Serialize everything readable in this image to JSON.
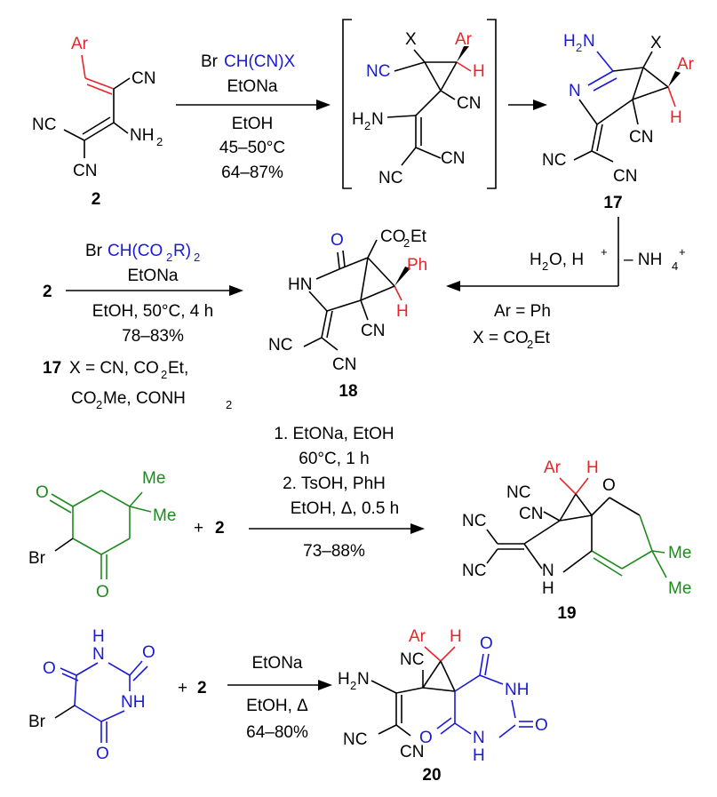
{
  "colors": {
    "red": "#e8242b",
    "blue": "#1a1ad6",
    "green": "#1e8a1e"
  },
  "compounds": {
    "c2": "2",
    "c17": "17",
    "c18": "18",
    "c19": "19",
    "c20": "20",
    "two": "2"
  },
  "atoms": {
    "Ar": "Ar",
    "CN": "CN",
    "NC": "NC",
    "NH2": "NH",
    "H2N": "H",
    "N": "N",
    "X": "X",
    "H": "H",
    "O": "O",
    "HN": "HN",
    "Ph": "Ph",
    "NH": "NH",
    "Br": "Br",
    "Me": "Me",
    "CO2Et": "CO",
    "Et": "Et",
    "plus": "+",
    "two_sub": "2"
  },
  "step1": {
    "reagent_a": "Br",
    "reagent_b": "CH(CN)X",
    "base": "EtONa",
    "solvent": "EtOH",
    "temp": "45–50°C",
    "yield": "64–87%"
  },
  "step2": {
    "cond_a": "H",
    "cond_a2": "O, H",
    "cond_plus": "+",
    "loss": "– NH",
    "loss_sub": "4",
    "loss_sup": "+",
    "ar_def": "Ar = Ph",
    "x_def": "X = CO",
    "x_def2": "Et"
  },
  "step3": {
    "reagent_a": "Br",
    "reagent_b": "CH(CO",
    "reagent_c": "R)",
    "reagent_sub": "2",
    "base": "EtONa",
    "cond": "EtOH, 50°C, 4 h",
    "yield": "78–83%",
    "x_line1_num": "17",
    "x_line1": "X = CN, CO",
    "x_line1_end": "Et,",
    "x_line2": "CO",
    "x_line2_b": "Me, CONH"
  },
  "step4": {
    "line1": "1. EtONa, EtOH",
    "line2": "60°C, 1 h",
    "line3": "2. TsOH, PhH",
    "line4": "EtOH, Δ, 0.5 h",
    "yield": "73–88%"
  },
  "step5": {
    "base": "EtONa",
    "cond": "EtOH, Δ",
    "yield": "64–80%"
  }
}
